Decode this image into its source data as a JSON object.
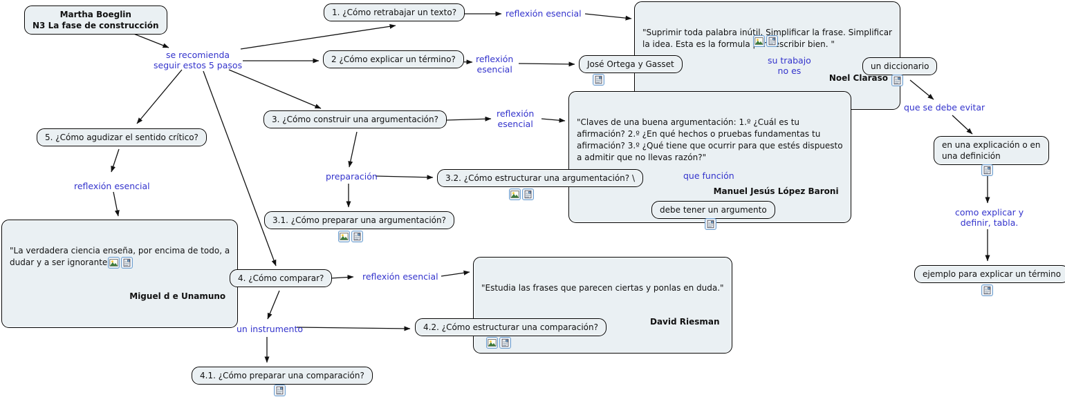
{
  "colors": {
    "node_fill": "#eaf0f3",
    "node_border": "#000000",
    "link_text": "#3333cc",
    "arrow": "#111111",
    "background": "#ffffff"
  },
  "icons": {
    "image": "image-resource-icon",
    "document": "document-resource-icon"
  },
  "concepts": {
    "root": "Martha Boeglin\nN3 La fase de construcción",
    "q1": "1. ¿Cómo retrabajar un texto?",
    "q2": "2 ¿Cómo explicar un término?",
    "q3": "3. ¿Cómo construir una argumentación?",
    "q4": "4. ¿Cómo comparar?",
    "q5": "5. ¿Cómo agudizar el sentido crítico?",
    "q31": "3.1. ¿Cómo preparar una argumentación?",
    "q32": "3.2. ¿Cómo estructurar una argumentación? \\",
    "q41": "4.1. ¿Cómo preparar una comparación?",
    "q42": "4.2. ¿Cómo estructurar una comparación?",
    "ortega": "José Ortega y Gasset",
    "diccionario": "un diccionario",
    "explicacion": "en una explicación o en\nuna definición",
    "ejemplo": "ejemplo para explicar un término",
    "argumento": "debe tener un argumento"
  },
  "links": {
    "hub": "se recomienda\nseguir estos 5 pasos",
    "reflexion1": "reflexión esencial",
    "reflexion2": "reflexión\nesencial",
    "reflexion3": "reflexión\nesencial",
    "reflexion4": "reflexión esencial",
    "reflexion5": "reflexión esencial",
    "su_trabajo": "su trabajo\nno es",
    "que_evitar": "que se debe evitar",
    "como_explicar": "como explicar y\ndefinir, tabla.",
    "que_funcion": "que función",
    "preparacion": "preparación",
    "instrumento": "un instrumento"
  },
  "quotes": {
    "claraso": {
      "text": "\"Suprimir toda palabra inútil. Simplificar la frase. Simplificar\nla idea. Esta es la formula para escribir bien. \"",
      "author": "Noel Clarasó"
    },
    "baroni": {
      "text": "\"Claves de una buena argumentación: 1.º ¿Cuál es tu\nafirmación? 2.º ¿En qué hechos o pruebas fundamentas tu\nafirmación? 3.º ¿Qué tiene que ocurrir para que estés dispuesto\na admitir que no llevas razón?\"",
      "author": "Manuel Jesús López Baroni"
    },
    "unamuno": {
      "text": "\"La verdadera ciencia enseña, por encima de todo, a\ndudar y a ser ignorante.\"",
      "author": "Miguel d e Unamuno"
    },
    "riesman": {
      "text": "\"Estudia las frases que parecen ciertas y ponlas en duda.\"",
      "author": "David Riesman"
    }
  }
}
